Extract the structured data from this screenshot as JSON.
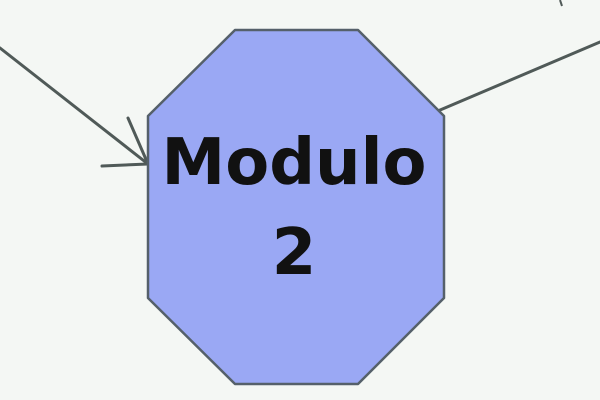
{
  "diagram": {
    "node": {
      "label_line1": "Modulo",
      "label_line2": "2",
      "shape": "octagon",
      "fill_color": "#9aa8f4",
      "border_color": "#55606a"
    },
    "edges": [
      {
        "from": "off-screen-left",
        "to": "node",
        "arrowhead": true
      },
      {
        "from": "off-screen-right",
        "to": "node",
        "arrowhead": false
      }
    ],
    "colors": {
      "background": "#f4f7f4",
      "edge": "#505a58"
    }
  }
}
